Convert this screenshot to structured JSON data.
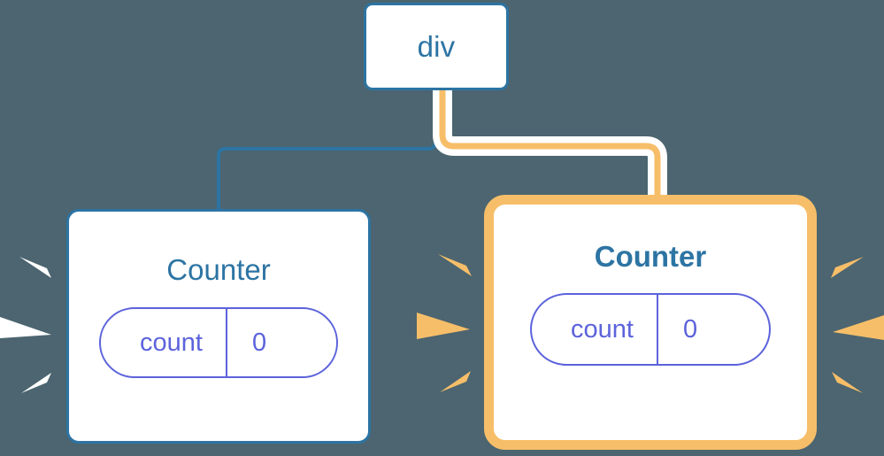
{
  "diagram": {
    "title": "React component tree re-render highlight",
    "background_color": "#4C6570",
    "nodes": [
      {
        "id": "root",
        "label": "div",
        "kind": "element",
        "highlighted": false,
        "border_color": "#2C74A3"
      },
      {
        "id": "counter-left",
        "label": "Counter",
        "kind": "component",
        "highlighted": false,
        "border_color": "#2C74A3",
        "state": {
          "key": "count",
          "value": "0"
        },
        "state_color": "#5C63DB",
        "rays_color": "#FFFFFF"
      },
      {
        "id": "counter-right",
        "label": "Counter",
        "kind": "component",
        "highlighted": true,
        "border_color": "#F7BE69",
        "state": {
          "key": "count",
          "value": "0"
        },
        "state_color": "#5C63DB",
        "rays_color": "#F7BE69"
      }
    ],
    "edges": [
      {
        "from": "root",
        "to": "counter-left",
        "color": "#2C74A3",
        "highlighted": false
      },
      {
        "from": "root",
        "to": "counter-right",
        "color": "#F7BE69",
        "highlighted": true
      }
    ]
  },
  "colors": {
    "background": "#4C6570",
    "blue": "#2C74A3",
    "orange": "#F7BE69",
    "orange_pale": "#FBDFB2",
    "indigo": "#5C63DB",
    "white": "#FFFFFF"
  }
}
